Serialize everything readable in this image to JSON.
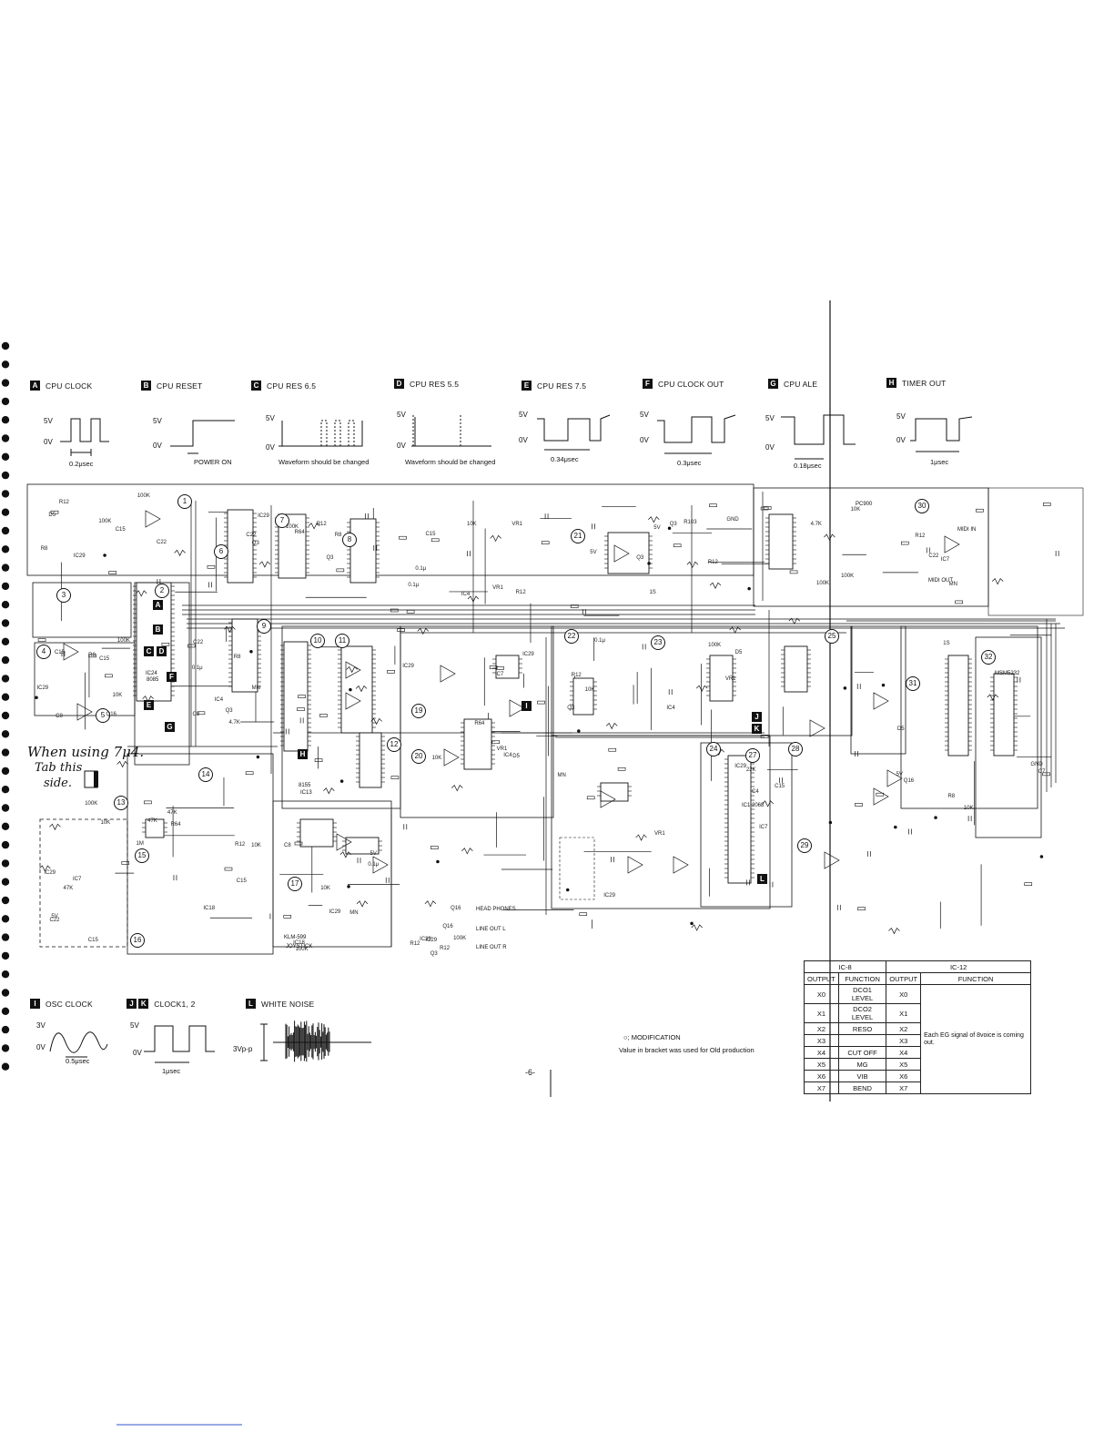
{
  "waveforms_top": [
    {
      "tag": "A",
      "title": "CPU CLOCK",
      "high": "5V",
      "low": "0V",
      "time": "0.2μsec"
    },
    {
      "tag": "B",
      "title": "CPU RESET",
      "high": "5V",
      "low": "0V",
      "time": "POWER ON"
    },
    {
      "tag": "C",
      "title": "CPU RES 6.5",
      "high": "5V",
      "low": "0V",
      "time": "Waveform should be changed"
    },
    {
      "tag": "D",
      "title": "CPU RES 5.5",
      "high": "5V",
      "low": "0V",
      "time": "Waveform should be changed"
    },
    {
      "tag": "E",
      "title": "CPU RES 7.5",
      "high": "5V",
      "low": "0V",
      "time": "0.34μsec"
    },
    {
      "tag": "F",
      "title": "CPU CLOCK OUT",
      "high": "5V",
      "low": "0V",
      "time": "0.3μsec"
    },
    {
      "tag": "G",
      "title": "CPU ALE",
      "high": "5V",
      "low": "0V",
      "time": "0.18μsec"
    },
    {
      "tag": "H",
      "title": "TIMER OUT",
      "high": "5V",
      "low": "0V",
      "time": "1μsec"
    }
  ],
  "waveforms_bottom": [
    {
      "tag": "I",
      "title": "OSC CLOCK",
      "high": "3V",
      "low": "0V",
      "time": "0.5μsec"
    },
    {
      "tag": "J K",
      "title": "CLOCK1, 2",
      "high": "5V",
      "low": "0V",
      "time": "1μsec"
    },
    {
      "tag": "L",
      "title": "WHITE NOISE",
      "amplitude": "3Vp-p"
    }
  ],
  "handwritten_note": {
    "line1": "When using 7μ4.",
    "line2": "Tab this",
    "line3": "side."
  },
  "modification_note": {
    "line1": "○; MODIFICATION",
    "line2": "Value in bracket was used for Old production"
  },
  "page_number": "-6-",
  "block_numbers": [
    "1",
    "2",
    "3",
    "4",
    "5",
    "6",
    "7",
    "8",
    "9",
    "10",
    "11",
    "12",
    "13",
    "14",
    "15",
    "16",
    "17",
    "19",
    "20",
    "21",
    "22",
    "23",
    "24",
    "25",
    "27",
    "28",
    "29",
    "30",
    "31",
    "32"
  ],
  "chip_labels": {
    "cpu": "8085",
    "ic24": "IC24",
    "pia": "8155",
    "ic13": "IC13",
    "ic1": "IC1 2068",
    "msm": "MSM5232",
    "pc": "PC900",
    "klm599": "KLM-599",
    "joystick": "JOYSTICK"
  },
  "outputs": {
    "phones": "HEAD PHONES",
    "line_l": "LINE OUT L",
    "line_r": "LINE OUT R",
    "midi_in": "MIDI IN",
    "midi_out": "MIDI OUT"
  },
  "io_table": {
    "ic8_header": "IC-8",
    "ic12_header": "IC-12",
    "col_output": "OUTPUT",
    "col_function": "FUNCTION",
    "rows": [
      {
        "out8": "X0",
        "func": "DCO1 LEVEL",
        "out12": "X0"
      },
      {
        "out8": "X1",
        "func": "DCO2 LEVEL",
        "out12": "X1"
      },
      {
        "out8": "X2",
        "func": "RESO",
        "out12": "X2"
      },
      {
        "out8": "X3",
        "func": "",
        "out12": "X3"
      },
      {
        "out8": "X4",
        "func": "CUT OFF",
        "out12": "X4"
      },
      {
        "out8": "X5",
        "func": "MG",
        "out12": "X5"
      },
      {
        "out8": "X6",
        "func": "VIB",
        "out12": "X6"
      },
      {
        "out8": "X7",
        "func": "BEND",
        "out12": "X7"
      }
    ],
    "ic12_note": "Each EG signal of 8voice is coming out."
  }
}
